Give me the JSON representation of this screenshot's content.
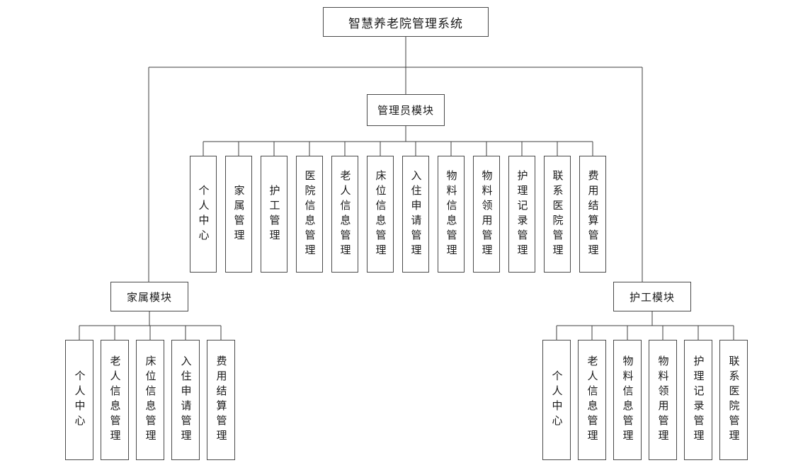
{
  "diagram": {
    "title": "智慧养老院管理系统",
    "root": {
      "label": "智慧养老院管理系统"
    },
    "modules": [
      {
        "label": "管理员模块",
        "children": [
          "个人中心",
          "家属管理",
          "护工管理",
          "医院信息管理",
          "老人信息管理",
          "床位信息管理",
          "入住申请管理",
          "物料信息管理",
          "物料领用管理",
          "护理记录管理",
          "联系医院管理",
          "费用结算管理"
        ]
      },
      {
        "label": "家属模块",
        "children": [
          "个人中心",
          "老人信息管理",
          "床位信息管理",
          "入住申请管理",
          "费用结算管理"
        ]
      },
      {
        "label": "护工模块",
        "children": [
          "个人中心",
          "老人信息管理",
          "物料信息管理",
          "物料领用管理",
          "护理记录管理",
          "联系医院管理"
        ]
      }
    ]
  }
}
